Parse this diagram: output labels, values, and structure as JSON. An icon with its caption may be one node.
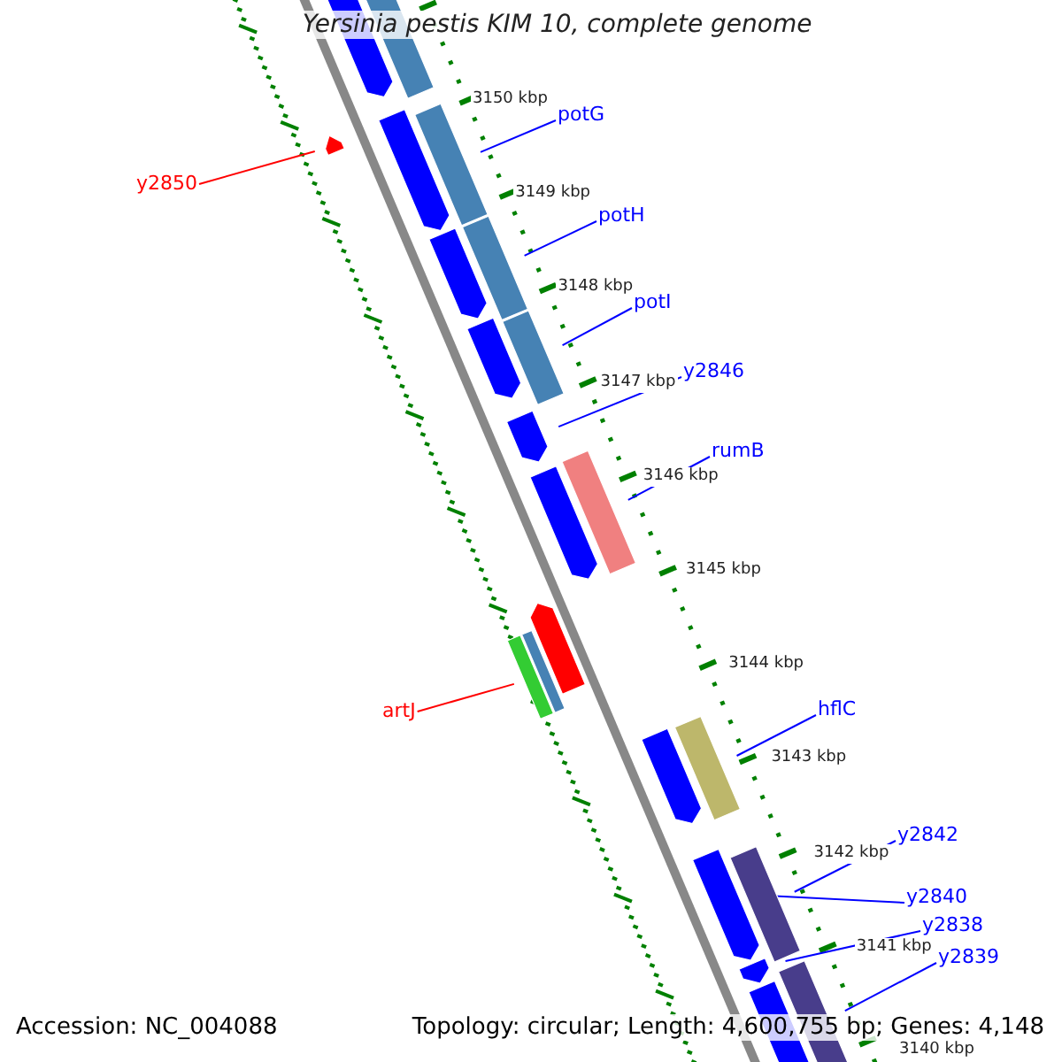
{
  "diagram": {
    "title": "Yersinia pestis KIM 10, complete genome",
    "nodes": [
      {
        "text": [
          "y2850"
        ]
      },
      {
        "text": [],
        "shape": "arrow"
      },
      {
        "text": [
          "potG"
        ]
      },
      {
        "text": [],
        "shape": "bar"
      },
      {
        "text": [
          "potH"
        ]
      },
      {
        "text": [],
        "shape": "bar"
      },
      {
        "text": [
          "potI"
        ]
      },
      {
        "text": [],
        "shape": "bar"
      },
      {
        "text": [
          "y2846"
        ]
      },
      {
        "text": [],
        "shape": "arrow"
      },
      {
        "text": [
          "rumB"
        ]
      },
      {
        "text": [],
        "shape": "bar"
      },
      {
        "text": [
          "artJ"
        ]
      },
      {
        "text": [],
        "shape": "bar"
      },
      {
        "text": [
          "hflC"
        ]
      },
      {
        "text": [],
        "shape": "bar"
      },
      {
        "text": [
          "y2842"
        ]
      },
      {
        "text": [],
        "shape": "bar"
      },
      {
        "text": [
          "y2840"
        ]
      },
      {
        "text": [],
        "shape": "arrow"
      },
      {
        "text": [
          "y2838"
        ]
      },
      {
        "text": [],
        "shape": "arrow"
      },
      {
        "text": [
          "y2839"
        ]
      },
      {
        "text": [],
        "shape": "bar"
      }
    ],
    "edges": [
      {
        "from": 0,
        "to": 1,
        "arrow": "none",
        "color": "#ff0000"
      },
      {
        "from": 2,
        "to": 3,
        "arrow": "none"
      },
      {
        "from": 4,
        "to": 5,
        "arrow": "none"
      },
      {
        "from": 6,
        "to": 7,
        "arrow": "none"
      },
      {
        "from": 8,
        "to": 9,
        "arrow": "none"
      },
      {
        "from": 10,
        "to": 11,
        "arrow": "none"
      },
      {
        "from": 12,
        "to": 13,
        "arrow": "none",
        "color": "#ff0000"
      },
      {
        "from": 14,
        "to": 15,
        "arrow": "none"
      },
      {
        "from": 16,
        "to": 17,
        "arrow": "none"
      },
      {
        "from": 18,
        "to": 19,
        "arrow": "none"
      },
      {
        "from": 20,
        "to": 21,
        "arrow": "none"
      },
      {
        "from": 22,
        "to": 23,
        "arrow": "none"
      }
    ],
    "labels": [
      "3150 kbp",
      "3149 kbp",
      "3148 kbp",
      "3147 kbp",
      "3146 kbp",
      "3145 kbp",
      "3144 kbp",
      "3143 kbp",
      "3142 kbp",
      "3141 kbp",
      "3140 kbp",
      "Accession: NC_004088",
      "Topology: circular; Length: 4,600,755 bp; Genes: 4,148"
    ]
  }
}
